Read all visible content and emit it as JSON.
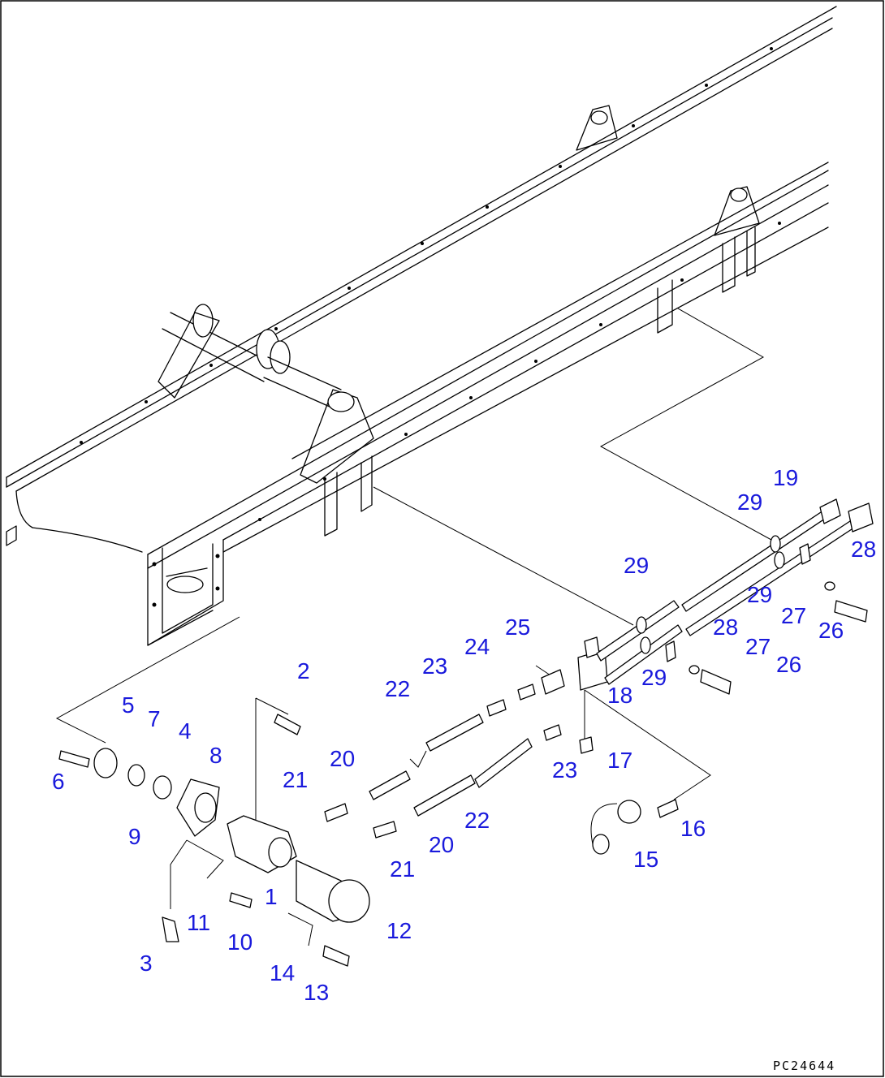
{
  "diagram": {
    "drawing_code": "PC24644",
    "callout_color": "#1a1adc",
    "callouts": [
      {
        "id": "c1",
        "text": "1"
      },
      {
        "id": "c2",
        "text": "2"
      },
      {
        "id": "c3",
        "text": "3"
      },
      {
        "id": "c4",
        "text": "4"
      },
      {
        "id": "c5",
        "text": "5"
      },
      {
        "id": "c6",
        "text": "6"
      },
      {
        "id": "c7",
        "text": "7"
      },
      {
        "id": "c8",
        "text": "8"
      },
      {
        "id": "c9",
        "text": "9"
      },
      {
        "id": "c10",
        "text": "10"
      },
      {
        "id": "c11",
        "text": "11"
      },
      {
        "id": "c12",
        "text": "12"
      },
      {
        "id": "c13",
        "text": "13"
      },
      {
        "id": "c14",
        "text": "14"
      },
      {
        "id": "c15",
        "text": "15"
      },
      {
        "id": "c16",
        "text": "16"
      },
      {
        "id": "c17",
        "text": "17"
      },
      {
        "id": "c18",
        "text": "18"
      },
      {
        "id": "c19",
        "text": "19"
      },
      {
        "id": "c20a",
        "text": "20"
      },
      {
        "id": "c20b",
        "text": "20"
      },
      {
        "id": "c21a",
        "text": "21"
      },
      {
        "id": "c21b",
        "text": "21"
      },
      {
        "id": "c22a",
        "text": "22"
      },
      {
        "id": "c22b",
        "text": "22"
      },
      {
        "id": "c23a",
        "text": "23"
      },
      {
        "id": "c23b",
        "text": "23"
      },
      {
        "id": "c24",
        "text": "24"
      },
      {
        "id": "c25",
        "text": "25"
      },
      {
        "id": "c26a",
        "text": "26"
      },
      {
        "id": "c26b",
        "text": "26"
      },
      {
        "id": "c27a",
        "text": "27"
      },
      {
        "id": "c27b",
        "text": "27"
      },
      {
        "id": "c28a",
        "text": "28"
      },
      {
        "id": "c28b",
        "text": "28"
      },
      {
        "id": "c29a",
        "text": "29"
      },
      {
        "id": "c29b",
        "text": "29"
      },
      {
        "id": "c29c",
        "text": "29"
      },
      {
        "id": "c29d",
        "text": "29"
      }
    ]
  }
}
